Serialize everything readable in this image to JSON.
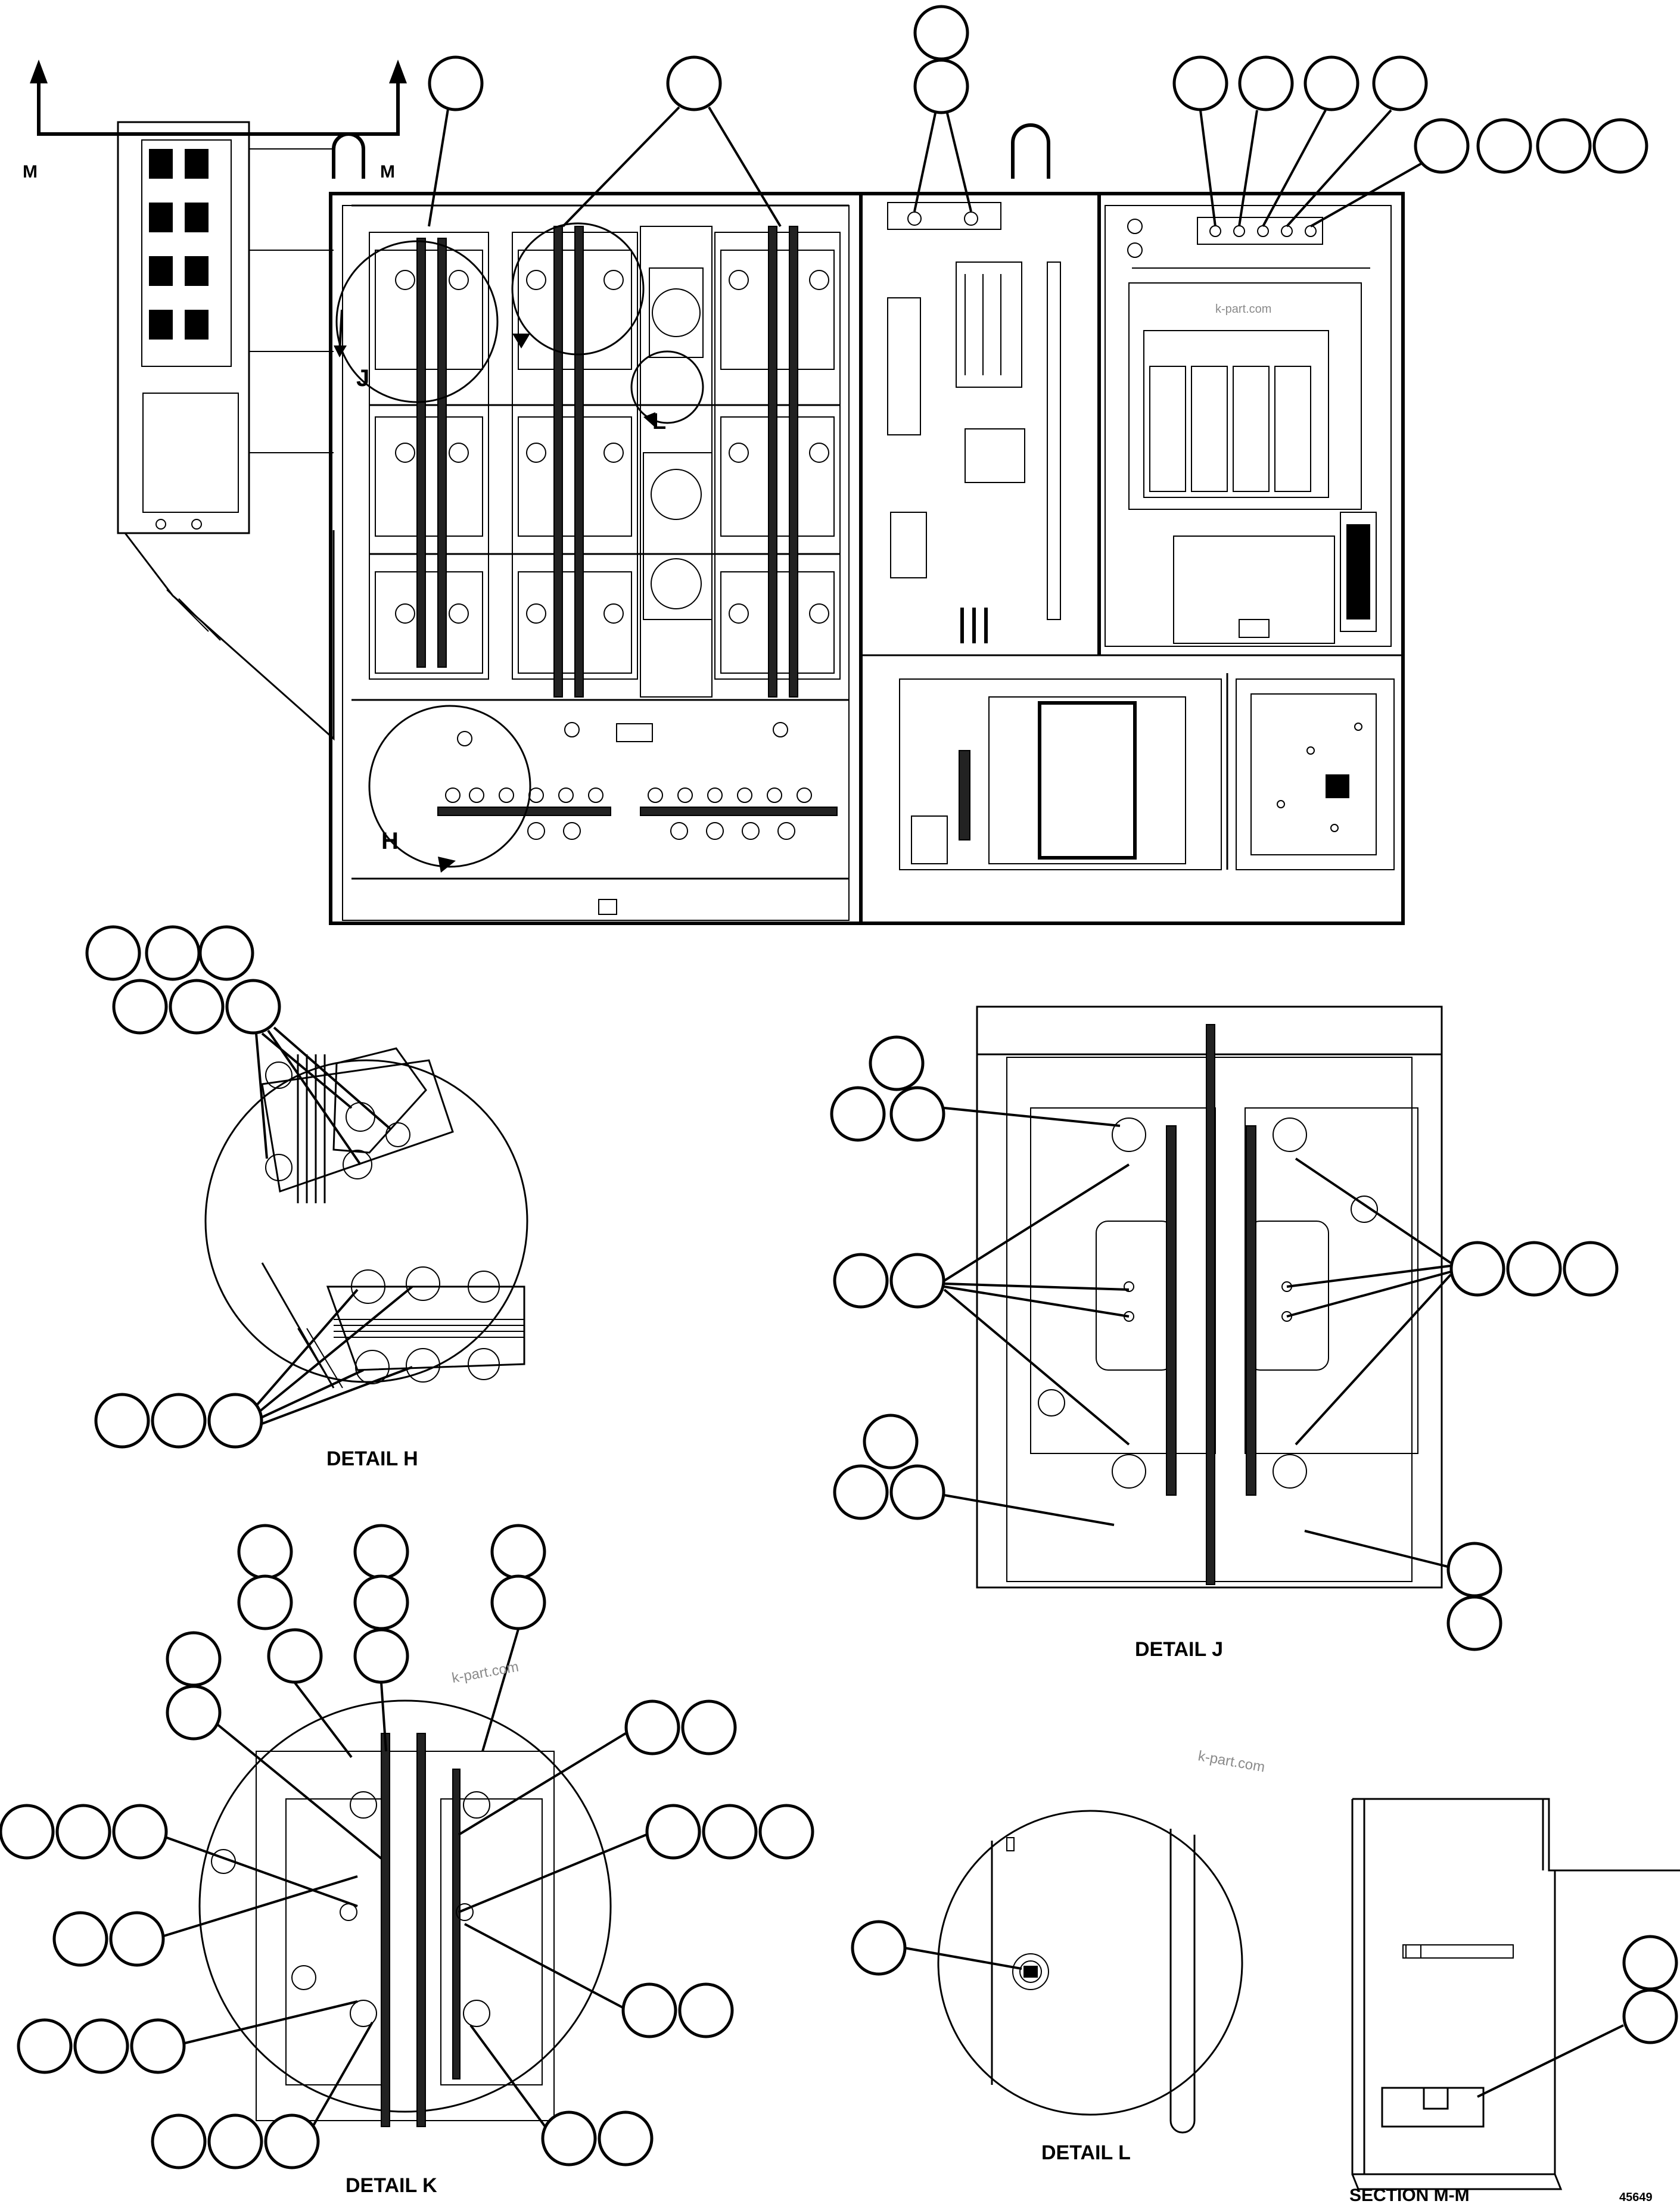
{
  "labels": {
    "section_arrow_left": "M",
    "section_arrow_right": "M",
    "callout_j": "J",
    "callout_l": "L",
    "callout_h": "H",
    "detail_h": "DETAIL H",
    "detail_j": "DETAIL J",
    "detail_k": "DETAIL K",
    "detail_l": "DETAIL L",
    "section_mm": "SECTION M-M",
    "drawing_number": "45649"
  },
  "watermarks": [
    "k-part.com",
    "k-part.com",
    "k-part.com"
  ],
  "colors": {
    "line": "#000000",
    "background": "#ffffff",
    "watermark": "#8a8a8a"
  }
}
